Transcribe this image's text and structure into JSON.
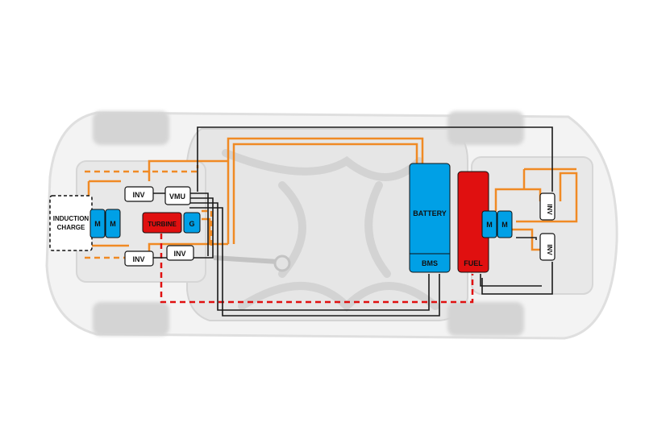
{
  "labels": {
    "induction_charge_line1": "INDUCTION",
    "induction_charge_line2": "CHARGE",
    "front_motor_1": "M",
    "front_motor_2": "M",
    "inv_front_top": "INV",
    "inv_front_bottom": "INV",
    "inv_mid": "INV",
    "vmu": "VMU",
    "turbine": "TURBINE",
    "generator": "G",
    "battery": "BATTERY",
    "bms": "BMS",
    "fuel": "FUEL",
    "rear_motor_1": "M",
    "rear_motor_2": "M",
    "inv_rear_top": "INV",
    "inv_rear_bottom": "INV"
  },
  "colors": {
    "electric_blue": "#00a0e6",
    "fuel_red": "#e01010",
    "power_line": "#f08a24",
    "signal_line": "#1a1a1a",
    "fuel_line": "#e01010",
    "car_body": "#d9d9d9"
  }
}
